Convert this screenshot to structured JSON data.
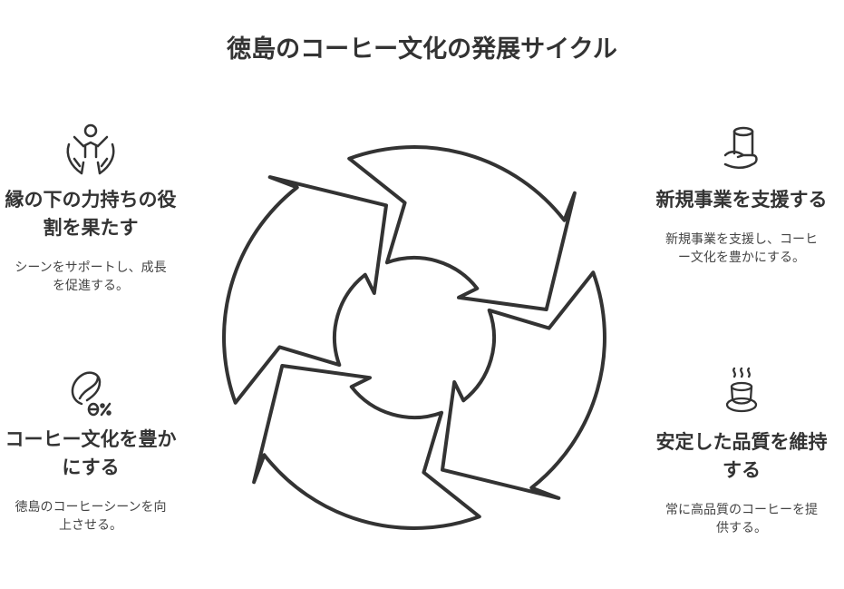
{
  "title": "徳島のコーヒー文化の発展サイクル",
  "items": [
    {
      "icon": "person-hands-icon",
      "heading": "縁の下の力持ちの役割を果たす",
      "description": "シーンをサポートし、成長を促進する。"
    },
    {
      "icon": "coffee-bean-percent-icon",
      "heading": "コーヒー文化を豊かにする",
      "description": "徳島のコーヒーシーンを向上させる。"
    },
    {
      "icon": "hand-cup-icon",
      "heading": "新規事業を支援する",
      "description": "新規事業を支援し、コーヒー文化を豊かにする。"
    },
    {
      "icon": "hot-coffee-cup-icon",
      "heading": "安定した品質を維持する",
      "description": "常に高品質のコーヒーを提供する。"
    }
  ],
  "colors": {
    "stroke": "#333333",
    "background": "#ffffff"
  }
}
